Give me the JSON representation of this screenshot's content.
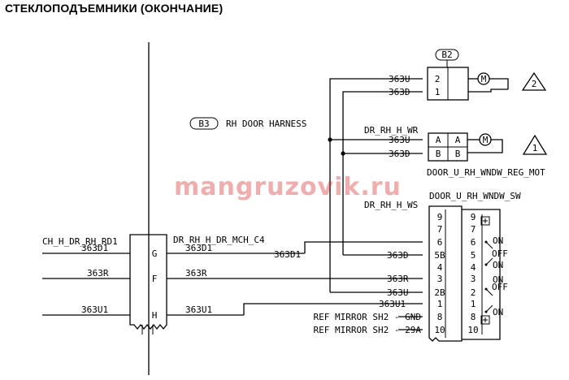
{
  "title": "СТЕКЛОПОДЪЕМНИКИ (ОКОНЧАНИЕ)",
  "watermark": "mangruzovik.ru",
  "harness_label": {
    "tag": "B3",
    "text": "RH DOOR HARNESS"
  },
  "left_connector": {
    "name": "CH_H_DR_RH_RD1",
    "pins": [
      {
        "pin": "G",
        "left_wire": "363D1",
        "right_wire": "363D1"
      },
      {
        "pin": "F",
        "left_wire": "363R",
        "right_wire": "363R"
      },
      {
        "pin": "H",
        "left_wire": "363U1",
        "right_wire": "363U1"
      }
    ]
  },
  "door_connector": {
    "name": "DR_RH_H_DR_MCH_C4",
    "wire": "363D1"
  },
  "motor_b2": {
    "tag": "B2",
    "wires": [
      "363U",
      "363D"
    ],
    "pins": [
      "2",
      "1"
    ],
    "motor": "M",
    "note": "2"
  },
  "motor_reg": {
    "harness": "DR_RH_H_WR",
    "wires": [
      "363U",
      "363D"
    ],
    "left_pins": [
      "A",
      "B"
    ],
    "right_pins": [
      "A",
      "B"
    ],
    "motor": "M",
    "note": "1",
    "name": "DOOR_U_RH_WNDW_REG_MOT"
  },
  "switch": {
    "harness": "DR_RH_H_WS",
    "name": "DOOR_U_RH_WNDW_SW",
    "rows": [
      {
        "wire": "",
        "pin": "9",
        "rpin": "9"
      },
      {
        "wire": "",
        "pin": "7",
        "rpin": "7"
      },
      {
        "wire": "",
        "pin": "6",
        "rpin": "6"
      },
      {
        "wire": "363D",
        "pin": "5B",
        "rpin": "5"
      },
      {
        "wire": "",
        "pin": "4",
        "rpin": "4"
      },
      {
        "wire": "363R",
        "pin": "3",
        "rpin": "3"
      },
      {
        "wire": "363U",
        "pin": "2B",
        "rpin": "2"
      },
      {
        "wire": "363U1",
        "pin": "1",
        "rpin": "1"
      },
      {
        "wire": "REF MIRROR SH2 - GND",
        "pin": "8",
        "rpin": "8"
      },
      {
        "wire": "REF MIRROR SH2 - 29A",
        "pin": "10",
        "rpin": "10"
      }
    ],
    "off_labels": [
      "OFF",
      "OFF"
    ],
    "on_labels": [
      "ON",
      "ON",
      "ON",
      "ON"
    ]
  }
}
